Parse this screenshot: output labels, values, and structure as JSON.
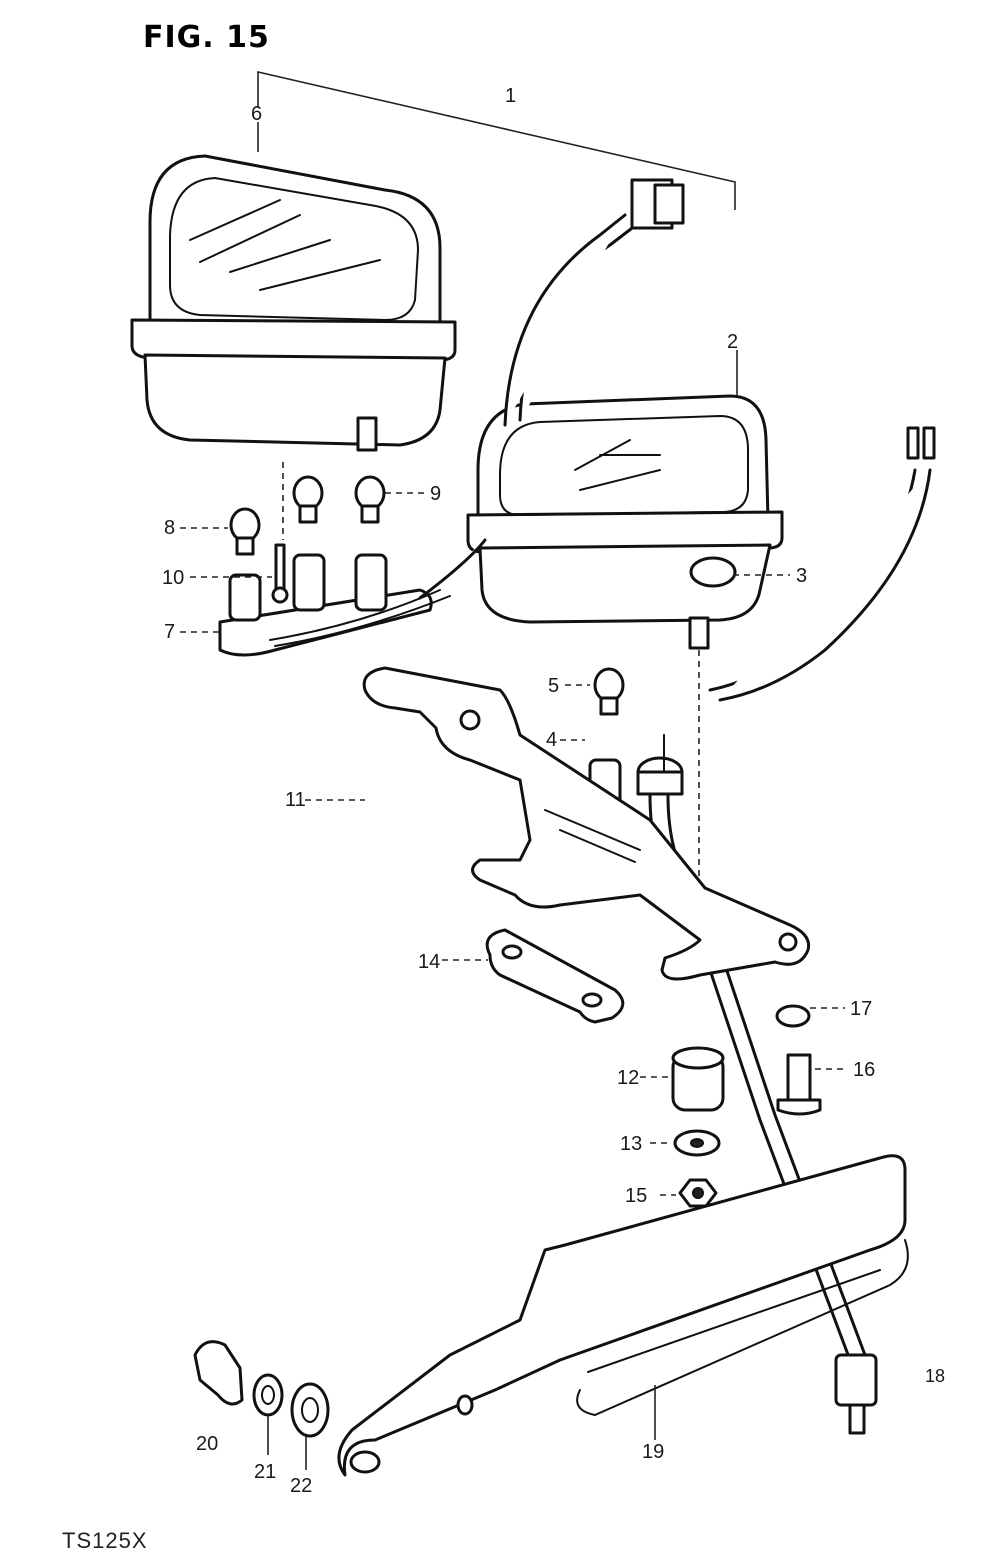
{
  "figure": {
    "title": "FIG. 15",
    "model": "TS125X"
  },
  "callouts": [
    {
      "id": "c1",
      "text": "1"
    },
    {
      "id": "c2",
      "text": "2"
    },
    {
      "id": "c3",
      "text": "3"
    },
    {
      "id": "c4",
      "text": "4"
    },
    {
      "id": "c5",
      "text": "5"
    },
    {
      "id": "c6",
      "text": "6"
    },
    {
      "id": "c7",
      "text": "7"
    },
    {
      "id": "c8",
      "text": "8"
    },
    {
      "id": "c9",
      "text": "9"
    },
    {
      "id": "c10",
      "text": "10"
    },
    {
      "id": "c11",
      "text": "11"
    },
    {
      "id": "c12",
      "text": "12"
    },
    {
      "id": "c13",
      "text": "13"
    },
    {
      "id": "c14",
      "text": "14"
    },
    {
      "id": "c15",
      "text": "15"
    },
    {
      "id": "c16",
      "text": "16"
    },
    {
      "id": "c17",
      "text": "17"
    },
    {
      "id": "c18",
      "text": "18"
    },
    {
      "id": "c19",
      "text": "19"
    },
    {
      "id": "c20",
      "text": "20"
    },
    {
      "id": "c21",
      "text": "21"
    },
    {
      "id": "c22",
      "text": "22"
    }
  ]
}
